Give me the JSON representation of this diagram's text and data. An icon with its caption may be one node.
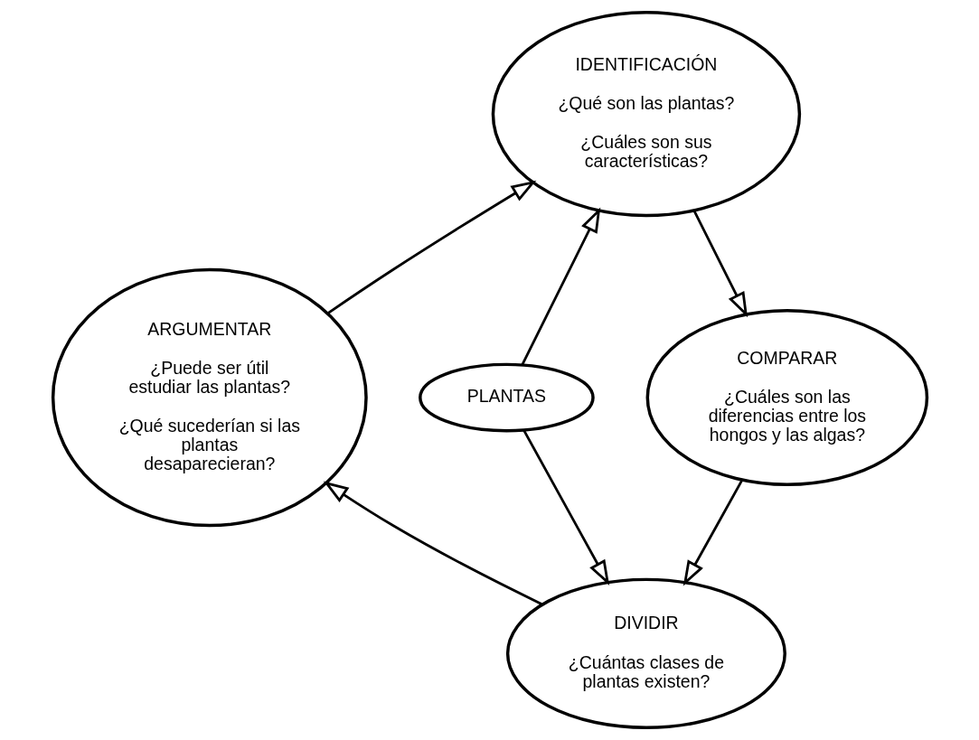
{
  "diagram": {
    "nodes": [
      {
        "text": [
          "IDENTIFICACIÓN",
          "¿Qué son las plantas?",
          "¿Cuáles son sus características?"
        ]
      },
      {
        "text": [
          "ARGUMENTAR",
          "¿Puede ser útil estudiar las plantas?",
          "¿Qué sucederían si las plantas desaparecieran?"
        ]
      },
      {
        "text": [
          "PLANTAS"
        ]
      },
      {
        "text": [
          "COMPARAR",
          "¿Cuáles son las diferencias entre los hongos y las algas?"
        ]
      },
      {
        "text": [
          "DIVIDIR",
          "¿Cuántas clases de plantas existen?"
        ]
      }
    ],
    "edges": [
      {
        "from": 2,
        "to": 0,
        "arrow": "to"
      },
      {
        "from": 2,
        "to": 4,
        "arrow": "to"
      },
      {
        "from": 0,
        "to": 3,
        "arrow": "to"
      },
      {
        "from": 3,
        "to": 4,
        "arrow": "to"
      },
      {
        "from": 4,
        "to": 1,
        "arrow": "to"
      },
      {
        "from": 1,
        "to": 0,
        "arrow": "to"
      }
    ]
  }
}
